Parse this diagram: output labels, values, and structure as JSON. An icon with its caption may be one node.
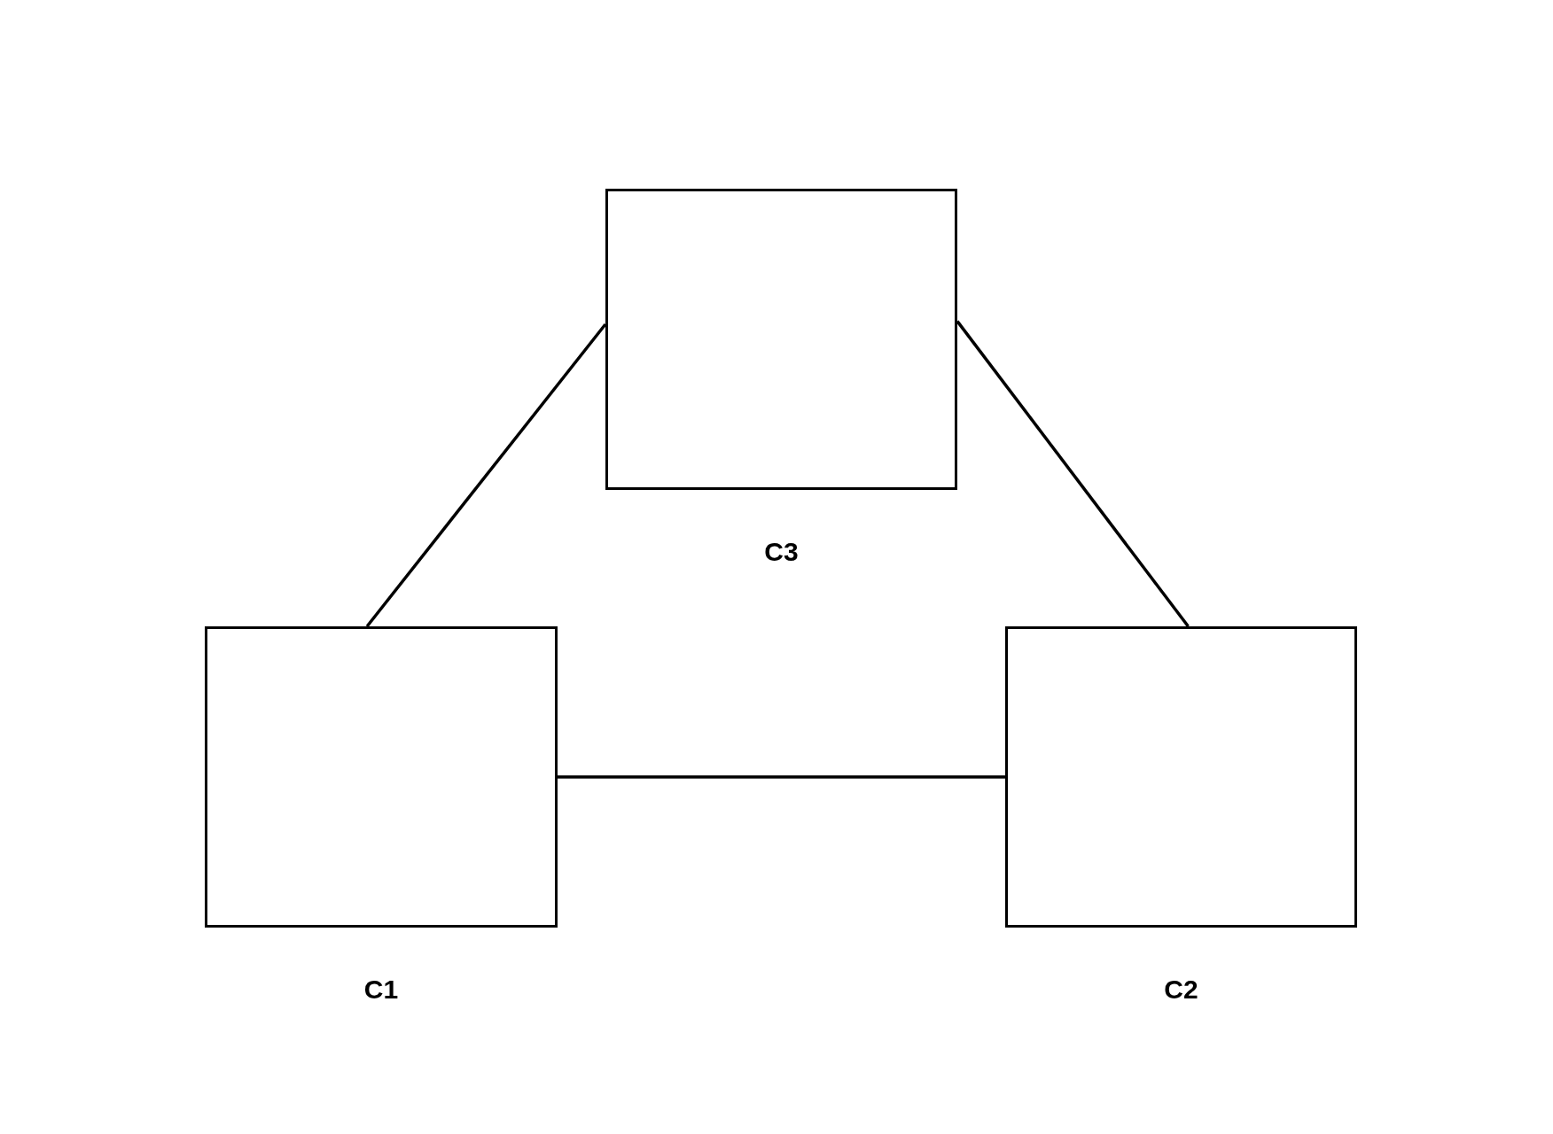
{
  "diagram": {
    "nodes": [
      {
        "text": [
          "C3"
        ]
      },
      {
        "text": [
          "C1"
        ]
      },
      {
        "text": [
          "C2"
        ]
      }
    ],
    "edges": [
      {
        "from": 0,
        "to": 1,
        "arrow": "none"
      },
      {
        "from": 0,
        "to": 2,
        "arrow": "none"
      },
      {
        "from": 1,
        "to": 2,
        "arrow": "none"
      }
    ]
  }
}
